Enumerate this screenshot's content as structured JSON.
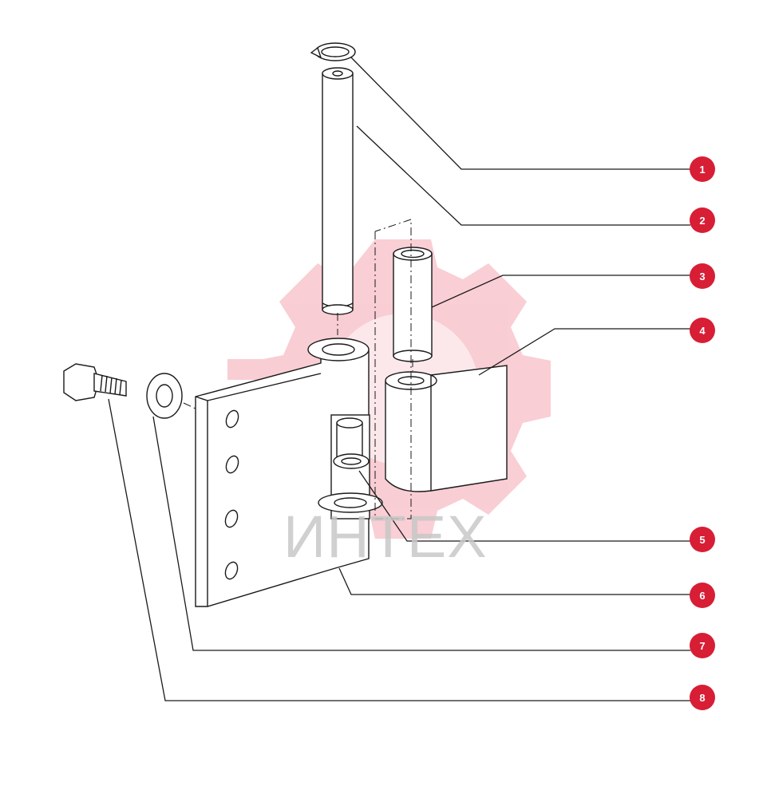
{
  "watermark": {
    "text": "ИНТЕХ"
  },
  "colors": {
    "callout": "#d71e35",
    "line": "#1a1a1a",
    "watermark": "#e2223a"
  },
  "callouts": [
    {
      "label": "1"
    },
    {
      "label": "2"
    },
    {
      "label": "3"
    },
    {
      "label": "4"
    },
    {
      "label": "5"
    },
    {
      "label": "6"
    },
    {
      "label": "7"
    },
    {
      "label": "8"
    }
  ]
}
